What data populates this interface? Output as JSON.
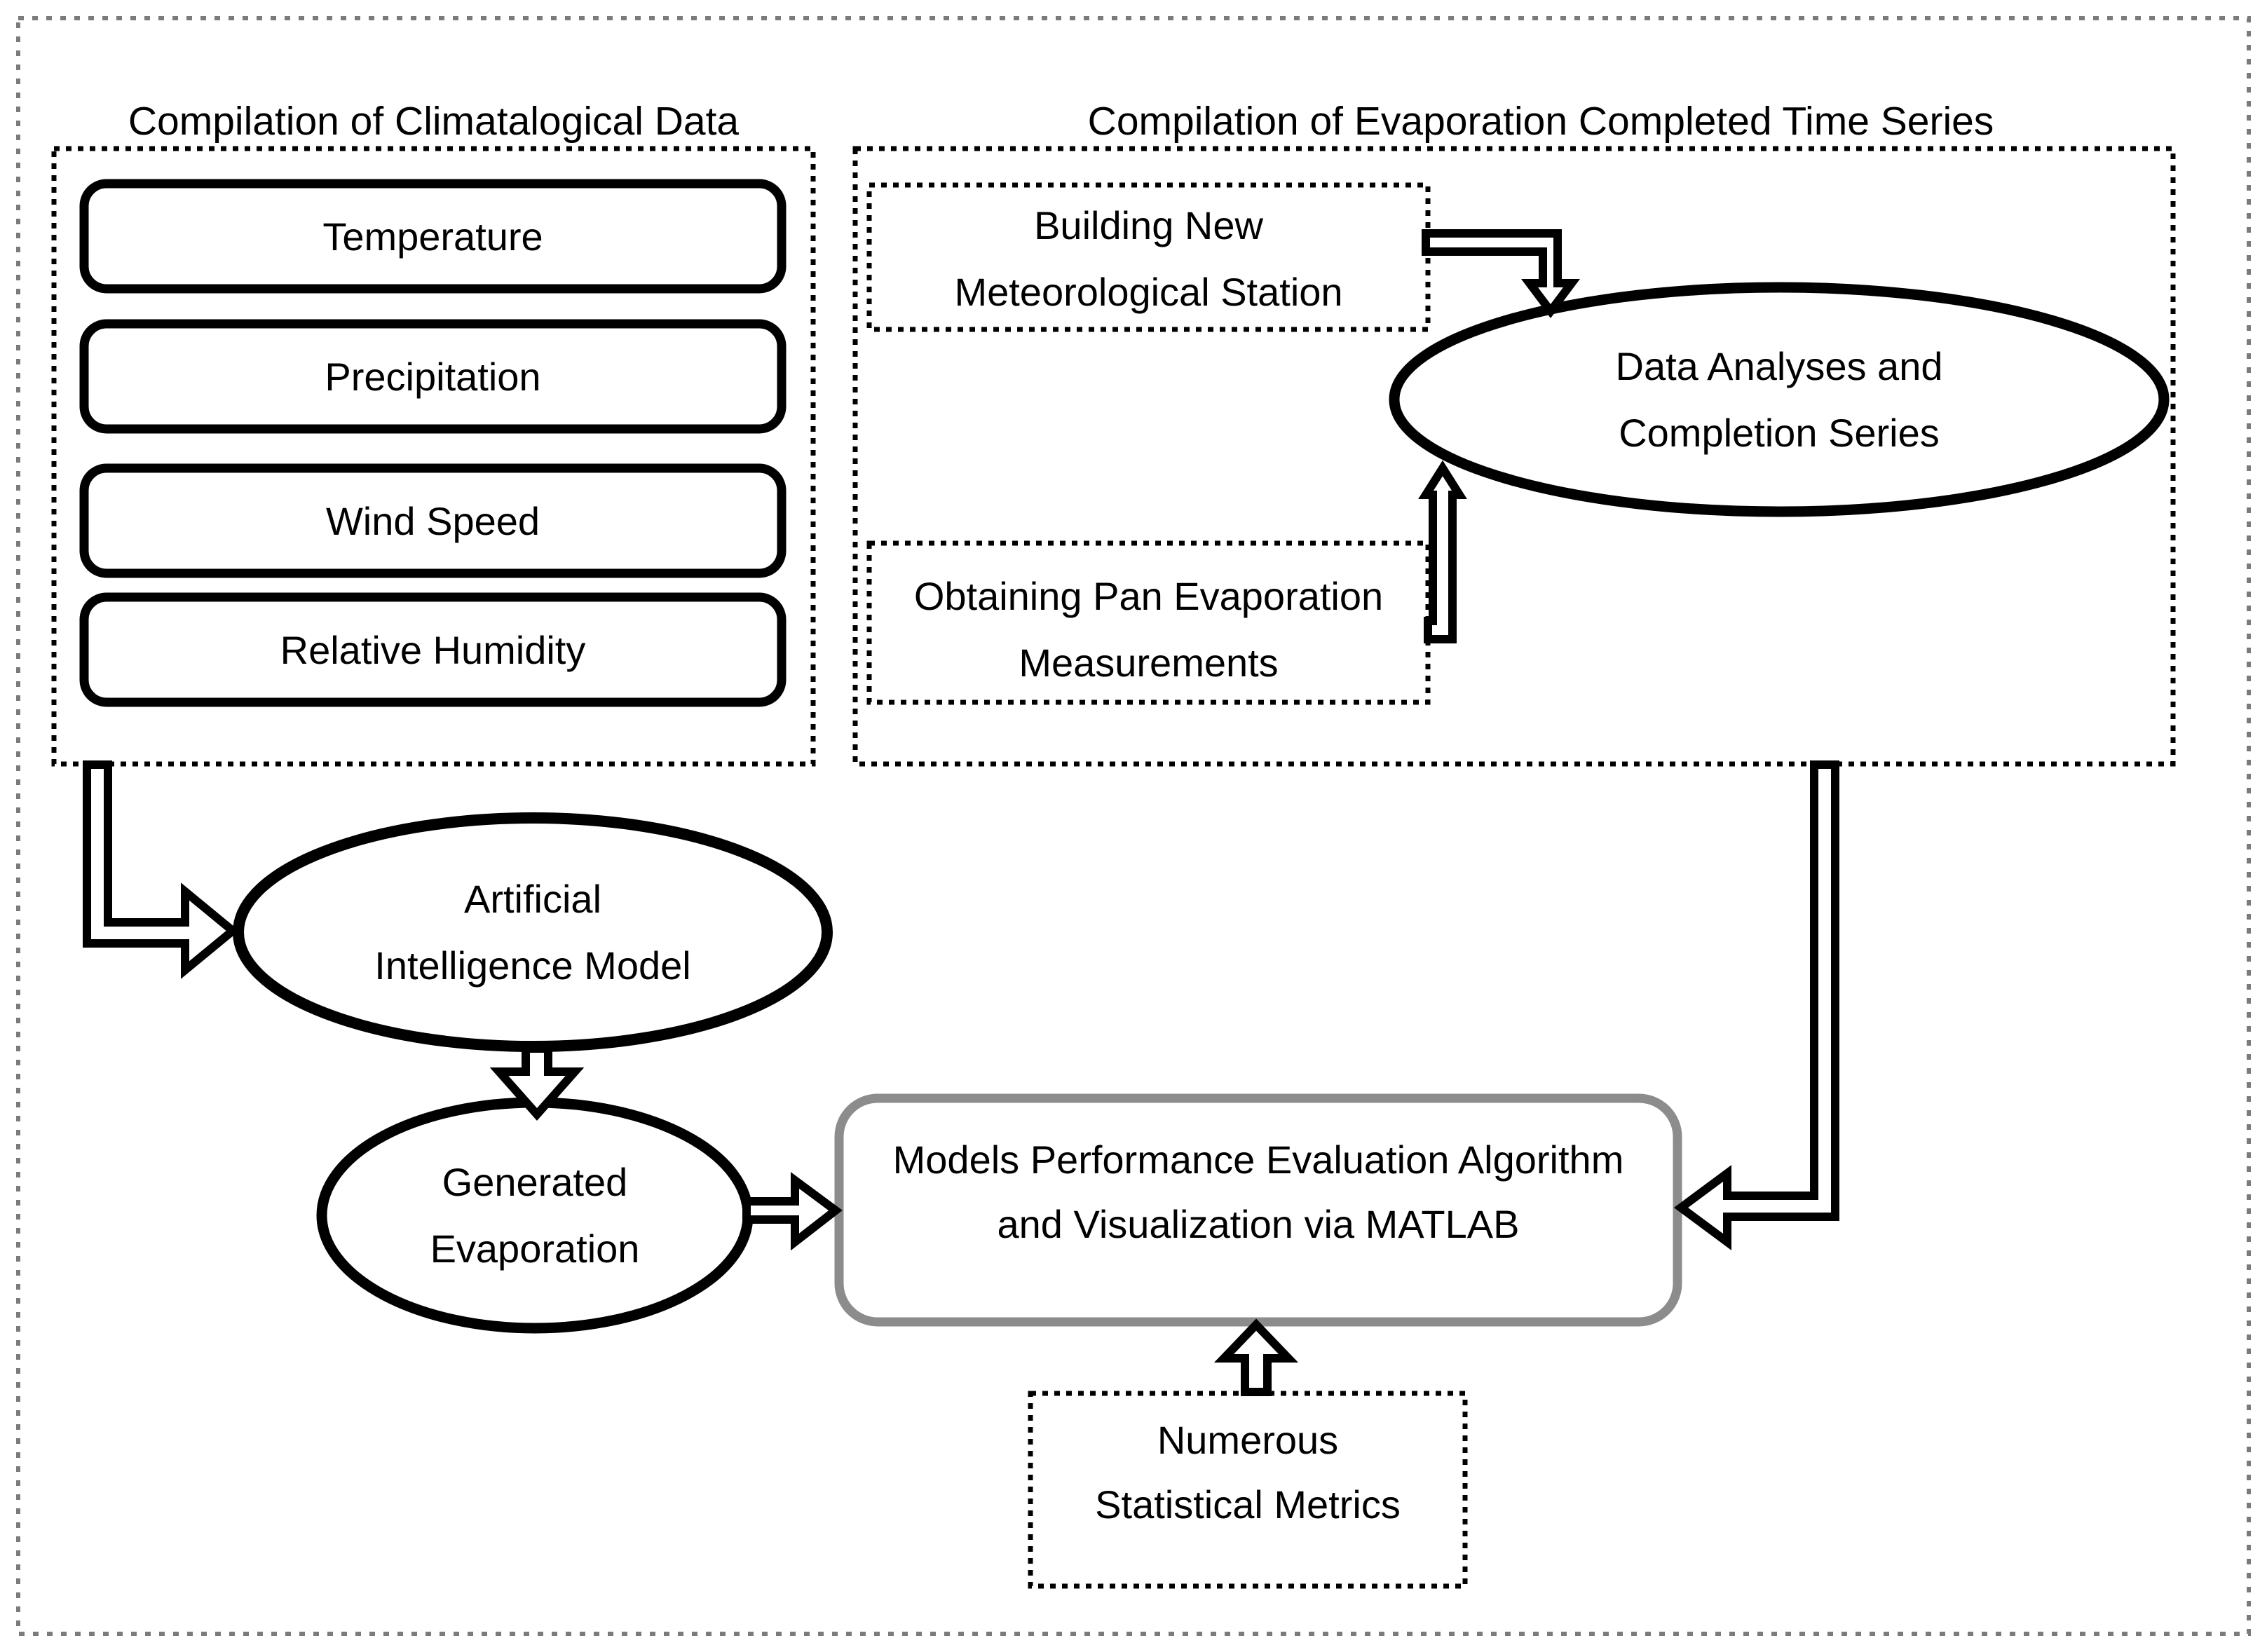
{
  "diagram": {
    "left_group": {
      "title": "Compilation of Climatalogical Data",
      "items": [
        {
          "label": "Temperature"
        },
        {
          "label": "Precipitation"
        },
        {
          "label": "Wind Speed"
        },
        {
          "label": "Relative Humidity"
        }
      ]
    },
    "right_group": {
      "title": "Compilation of Evaporation Completed Time Series",
      "building_box": {
        "line1": "Building New",
        "line2": "Meteorological Station"
      },
      "obtaining_box": {
        "line1": "Obtaining Pan Evaporation",
        "line2": "Measurements"
      },
      "analyses_ellipse": {
        "line1": "Data Analyses and",
        "line2": "Completion Series"
      }
    },
    "ai_ellipse": {
      "line1": "Artificial",
      "line2": "Intelligence Model"
    },
    "generated_ellipse": {
      "line1": "Generated",
      "line2": "Evaporation"
    },
    "matlab_box": {
      "line1": "Models Performance Evaluation Algorithm",
      "line2": "and Visualization via MATLAB"
    },
    "metrics_box": {
      "line1": "Numerous",
      "line2": "Statistical Metrics"
    },
    "colors": {
      "ink": "#000000",
      "matlab_border": "#8c8c8c",
      "page_border": "#7b7b7b"
    }
  }
}
